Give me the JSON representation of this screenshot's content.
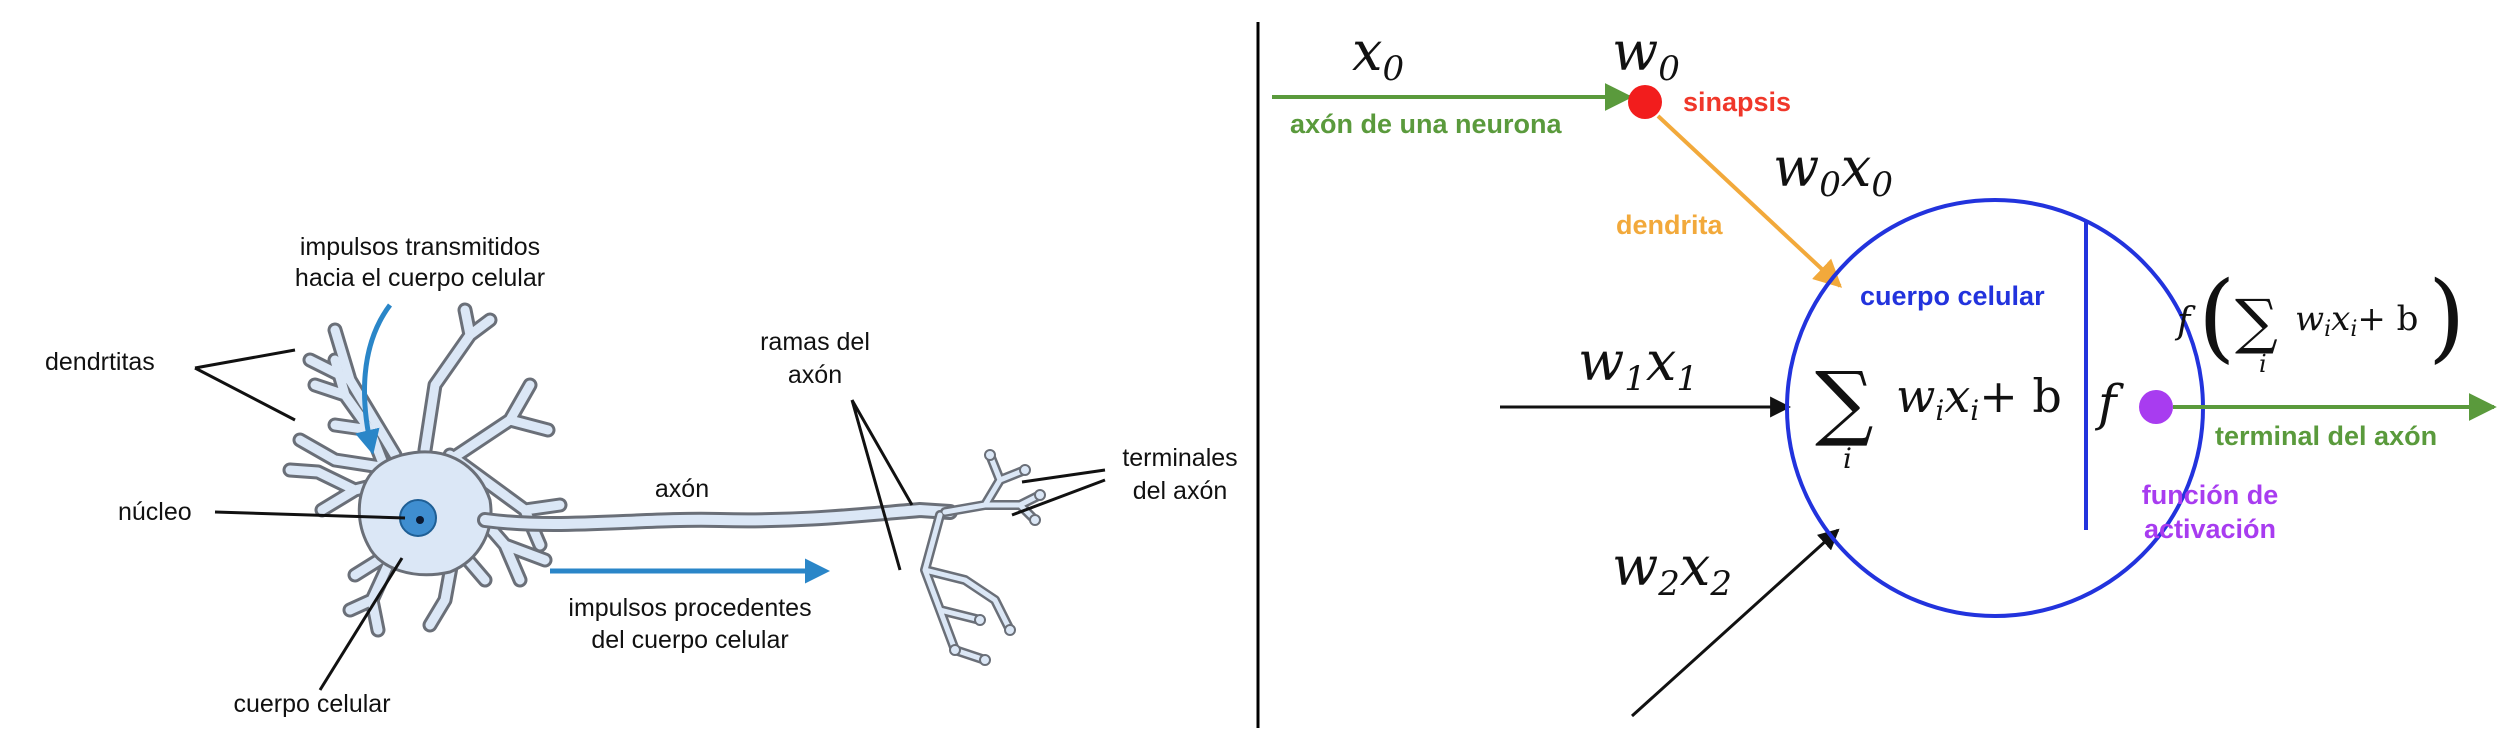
{
  "colors": {
    "neuron_fill": "#dbe7f6",
    "neuron_stroke": "#6a6f78",
    "nucleus_fill": "#3f8ed0",
    "impulse_arrow": "#2a86c8",
    "axon_green": "#5a9a3c",
    "synapse_red": "#f21d1d",
    "dendrite_orange": "#f2a93b",
    "cell_body_blue": "#2233dd",
    "activation_purple": "#a83cf0",
    "divider": "#000000"
  },
  "left": {
    "dendrites_label": "dendrtitas",
    "impulses_in": [
      "impulsos transmitidos",
      "hacia el cuerpo celular"
    ],
    "nucleus_label": "núcleo",
    "axon_label": "axón",
    "branches_label": [
      "ramas del",
      "axón"
    ],
    "terminals_label": [
      "terminales",
      "del axón"
    ],
    "impulses_out": [
      "impulsos procedentes",
      "del cuerpo celular"
    ],
    "cell_body_label": "cuerpo celular"
  },
  "right": {
    "x0": "x",
    "x0_sub": "0",
    "w0": "w",
    "w0_sub": "0",
    "axon_label": "axón de una neurona",
    "synapse_label": "sinapsis",
    "w0x0": [
      "w",
      "0",
      "x",
      "0"
    ],
    "dendrite_label": "dendrita",
    "cell_body_label": "cuerpo celular",
    "w1x1": [
      "w",
      "1",
      "x",
      "1"
    ],
    "w2x2": [
      "w",
      "2",
      "x",
      "2"
    ],
    "sum_symbol": "∑",
    "sum_index": "i",
    "sum_term": [
      "w",
      "i",
      "x",
      "i",
      "+ b"
    ],
    "f_symbol": "f",
    "output_formula": [
      "f",
      "(",
      "∑",
      "i",
      "w",
      "i",
      "x",
      "i",
      "+ b",
      ")"
    ],
    "terminal_label": "terminal del axón",
    "activation_label": [
      "función de",
      "activación"
    ]
  }
}
